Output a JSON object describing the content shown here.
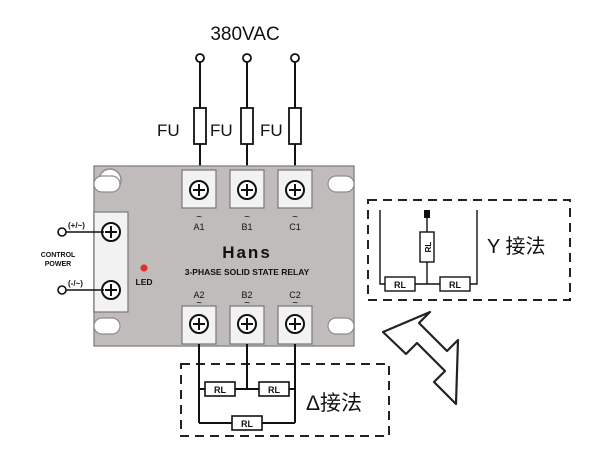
{
  "supply": {
    "voltage": "380VAC"
  },
  "fuses": [
    {
      "label": "FU"
    },
    {
      "label": "FU"
    },
    {
      "label": "FU"
    }
  ],
  "relay": {
    "brand": "Hans",
    "model": "3-PHASE SOLID STATE RELAY",
    "inputs": [
      "A1",
      "B1",
      "C1"
    ],
    "outputs": [
      "A2",
      "B2",
      "C2"
    ],
    "tilde": "~",
    "control": {
      "plus": "(+/~)",
      "minus": "(-/~)",
      "label_line1": "CONTROL",
      "label_line2": "POWER",
      "led": "LED"
    },
    "led_color": "#e0322a"
  },
  "star": {
    "title": "Y 接法",
    "resistor_labels": [
      "RL",
      "RL",
      "RL"
    ]
  },
  "delta": {
    "title": "Δ接法",
    "resistor_labels": [
      "RL",
      "RL",
      "RL"
    ]
  },
  "colors": {
    "relay_body": "#bfbcbb",
    "relay_edge": "#8f8c8b",
    "terminal": "#f2f2f2"
  }
}
